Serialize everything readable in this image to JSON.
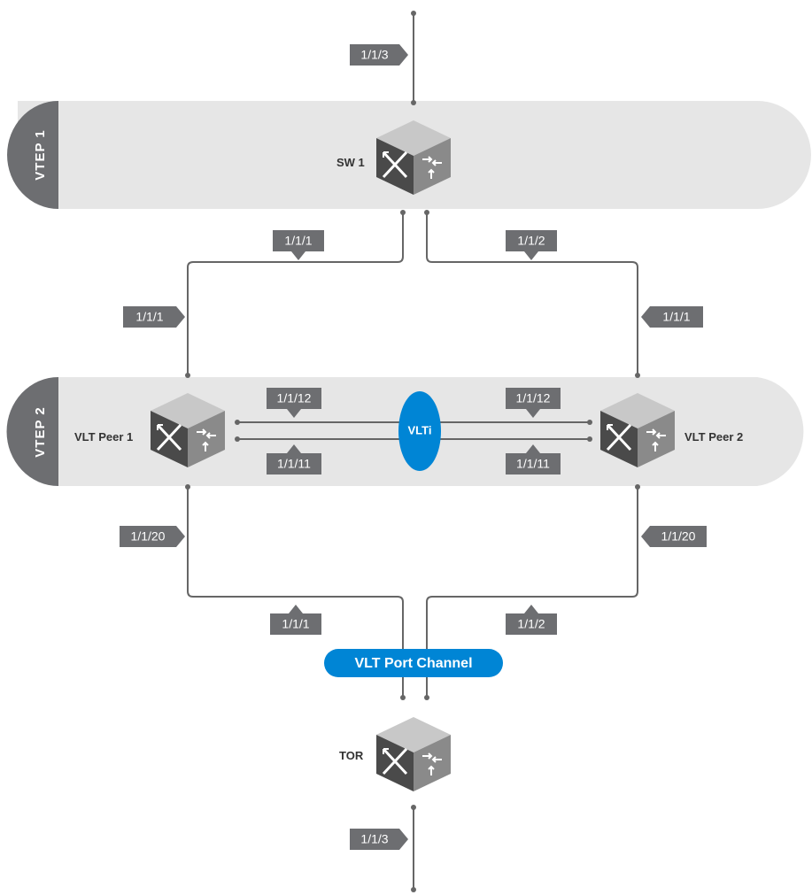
{
  "vtep_bands": [
    {
      "label": "VTEP 1"
    },
    {
      "label": "VTEP 2"
    }
  ],
  "devices": {
    "sw1": "SW 1",
    "vlt_peer_1": "VLT Peer 1",
    "vlt_peer_2": "VLT Peer 2",
    "tor": "TOR"
  },
  "interconnects": {
    "vlti": "VLTi",
    "vlt_port_channel": "VLT Port Channel"
  },
  "port_labels": {
    "sw1_uplink": "1/1/3",
    "sw1_to_peer1": "1/1/1",
    "sw1_to_peer2": "1/1/2",
    "peer1_uplink": "1/1/1",
    "peer2_uplink": "1/1/1",
    "peer1_vlti_a": "1/1/12",
    "peer1_vlti_b": "1/1/11",
    "peer2_vlti_a": "1/1/12",
    "peer2_vlti_b": "1/1/11",
    "peer1_downlink": "1/1/20",
    "peer2_downlink": "1/1/20",
    "tor_from_peer1": "1/1/1",
    "tor_from_peer2": "1/1/2",
    "tor_uplink": "1/1/3"
  },
  "colors": {
    "band_fill": "#e6e6e6",
    "band_tab": "#6d6e71",
    "port_label": "#6d6e71",
    "wire": "#666666",
    "accent_blue": "#0085d5",
    "switch_dark": "#4a4a4a",
    "switch_mid": "#8a8a8a",
    "switch_light": "#c8c8c8"
  }
}
